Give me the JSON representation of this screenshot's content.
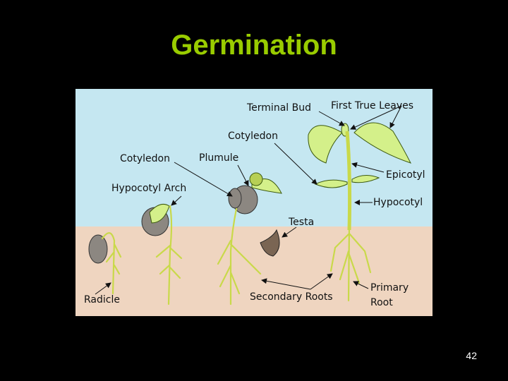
{
  "slide": {
    "title": "Germination",
    "page_number": "42"
  },
  "figure": {
    "colors": {
      "sky": "#c5e7f1",
      "soil": "#efd5c0",
      "title": "#99cc00"
    },
    "labels": {
      "terminal_bud": "Terminal Bud",
      "first_true_leaves": "First True Leaves",
      "cotyledon_right": "Cotyledon",
      "cotyledon_left": "Cotyledon",
      "plumule": "Plumule",
      "hypocotyl_arch": "Hypocotyl Arch",
      "epicotyl": "Epicotyl",
      "hypocotyl": "Hypocotyl",
      "testa": "Testa",
      "radicle": "Radicle",
      "secondary_roots": "Secondary Roots",
      "primary": "Primary",
      "root": "Root"
    }
  }
}
